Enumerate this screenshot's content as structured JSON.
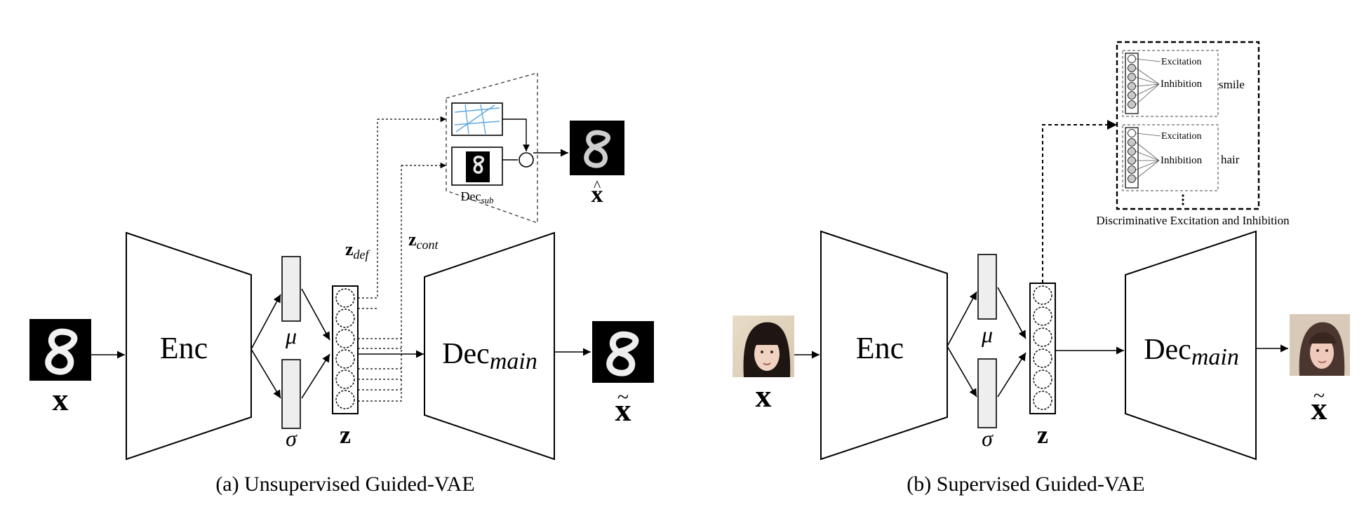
{
  "panel_a": {
    "input_label": "x",
    "encoder_label": "Enc",
    "mu_label": "μ",
    "sigma_label": "σ",
    "z_label": "z",
    "z_def_label": "z",
    "z_def_sub": "def",
    "z_cont_label": "z",
    "z_cont_sub": "cont",
    "sub_decoder_label": "Dec",
    "sub_decoder_sub": "sub",
    "sub_output_label": "x",
    "sub_output_accent": "^",
    "main_decoder_label": "Dec",
    "main_decoder_sub": "main",
    "output_label": "x",
    "output_accent": "~",
    "caption": "(a) Unsupervised Guided-VAE"
  },
  "panel_b": {
    "input_label": "x",
    "encoder_label": "Enc",
    "mu_label": "μ",
    "sigma_label": "σ",
    "z_label": "z",
    "group1": {
      "excitation": "Excitation",
      "inhibition": "Inhibition",
      "attribute": "smile"
    },
    "group2": {
      "excitation": "Excitation",
      "inhibition": "Inhibition",
      "attribute": "hair"
    },
    "dei_caption": "Discriminative Excitation and Inhibition",
    "main_decoder_label": "Dec",
    "main_decoder_sub": "main",
    "output_label": "x",
    "output_accent": "~",
    "caption": "(b) Supervised Guided-VAE"
  },
  "colors": {
    "grid_blue": "#5fa8e0",
    "neuron_fill": "#c8c8c8",
    "latent_bar_fill": "#eeeeee"
  }
}
